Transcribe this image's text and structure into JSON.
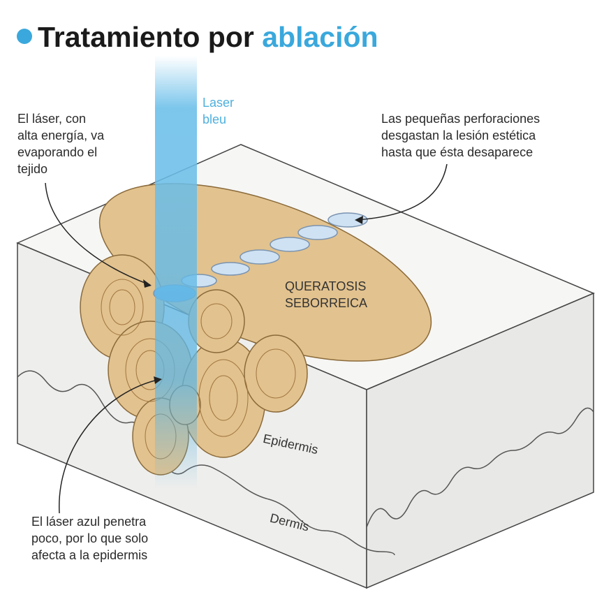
{
  "title": {
    "part1": "Tratamiento por",
    "part2": "ablación"
  },
  "labels": {
    "laser_beam": "Laser\nbleu",
    "left_top": "El láser, con\nalta energía, va\nevaporando el\ntejido",
    "right_top": "Las pequeñas perforaciones\ndesgastan la lesión estética\nhasta que ésta desaparece",
    "lesion": "QUERATOSIS\nSEBORREICA",
    "epidermis": "Epidermis",
    "dermis": "Dermis",
    "bottom_left": "El láser azul penetra\npoco, por lo que solo\nafecta a la epidermis"
  },
  "colors": {
    "accent": "#3aa8dc",
    "lesion": "#e2c28e",
    "skin": "#f3f3f1"
  }
}
